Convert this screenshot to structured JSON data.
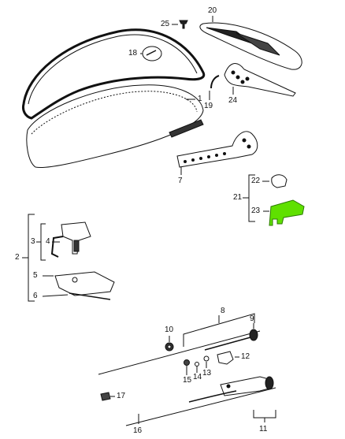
{
  "diagram": {
    "highlight_color": "#5fe000",
    "line_color": "#111111",
    "parts": [
      {
        "id": "p1",
        "label": "1"
      },
      {
        "id": "p2",
        "label": "2"
      },
      {
        "id": "p3",
        "label": "3"
      },
      {
        "id": "p4",
        "label": "4"
      },
      {
        "id": "p5",
        "label": "5"
      },
      {
        "id": "p6",
        "label": "6"
      },
      {
        "id": "p7",
        "label": "7"
      },
      {
        "id": "p8",
        "label": "8"
      },
      {
        "id": "p9",
        "label": "9"
      },
      {
        "id": "p10",
        "label": "10"
      },
      {
        "id": "p11",
        "label": "11"
      },
      {
        "id": "p12",
        "label": "12"
      },
      {
        "id": "p13",
        "label": "13"
      },
      {
        "id": "p14",
        "label": "14"
      },
      {
        "id": "p15",
        "label": "15"
      },
      {
        "id": "p16",
        "label": "16"
      },
      {
        "id": "p17",
        "label": "17"
      },
      {
        "id": "p18",
        "label": "18"
      },
      {
        "id": "p19",
        "label": "19"
      },
      {
        "id": "p20",
        "label": "20"
      },
      {
        "id": "p21",
        "label": "21"
      },
      {
        "id": "p22",
        "label": "22"
      },
      {
        "id": "p23",
        "label": "23",
        "highlighted": true
      },
      {
        "id": "p24",
        "label": "24"
      },
      {
        "id": "p25",
        "label": "25"
      }
    ]
  }
}
